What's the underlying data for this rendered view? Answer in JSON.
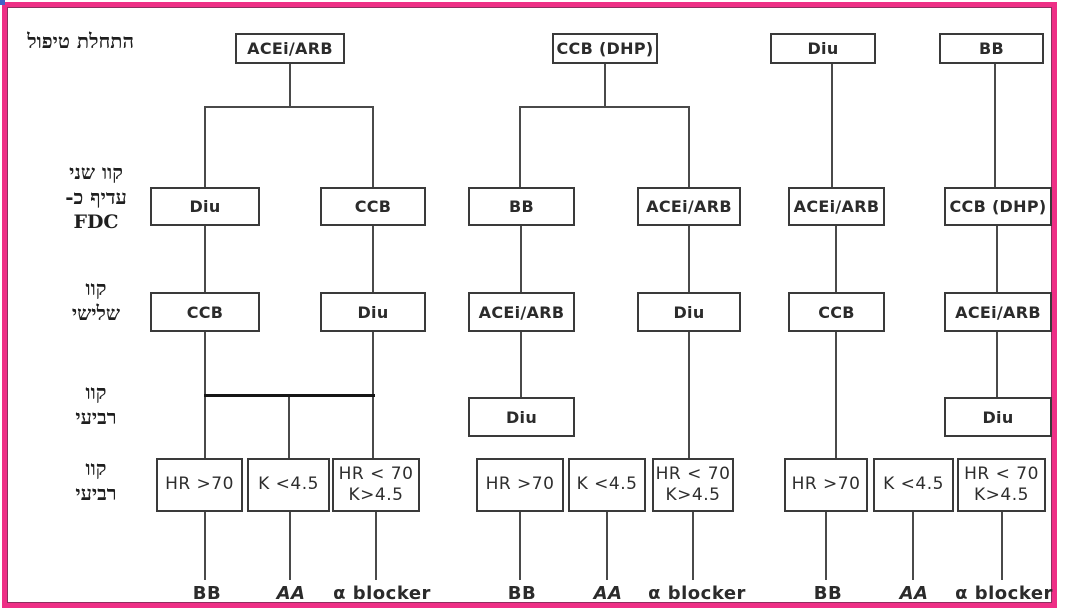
{
  "title": {
    "start_label": "התחלת טיפול"
  },
  "side_labels": {
    "second": {
      "line1": "קוו שני",
      "line2": "עדיף כ-",
      "line3": "FDC"
    },
    "third": {
      "line1": "קוו",
      "line2": "שלישי"
    },
    "fourth": {
      "line1": "קוו",
      "line2": "רביעי"
    },
    "fifth": {
      "line1": "קוו",
      "line2": "רביעי"
    }
  },
  "columns": [
    {
      "first": "ACEi/ARB",
      "second_left": "Diu",
      "second_right": "CCB",
      "third_left": "CCB",
      "third_right": "Diu"
    },
    {
      "first": "CCB (DHP)",
      "second_left": "BB",
      "second_right": "ACEi/ARB",
      "third_left": "ACEi/ARB",
      "third_right": "Diu",
      "fourth": "Diu"
    },
    {
      "first": "Diu",
      "second": "ACEi/ARB",
      "third": "CCB"
    },
    {
      "first": "BB",
      "second": "CCB (DHP)",
      "third": "ACEi/ARB",
      "fourth": "Diu"
    }
  ],
  "criteria": {
    "hr_high": "HR >70",
    "k_low": "K <4.5",
    "hr_low_k_high_line1": "HR < 70",
    "hr_low_k_high_line2": "K>4.5"
  },
  "outcomes": {
    "hr_high": "BB",
    "k_low": "AA",
    "hr_low_k_high": "α blocker"
  },
  "colors": {
    "frame_pink": "#ee2f86",
    "frame_inner_line": "#8e2e5e",
    "connector_gray": "#4a4a4a",
    "box_border": "#3a3a3a"
  }
}
